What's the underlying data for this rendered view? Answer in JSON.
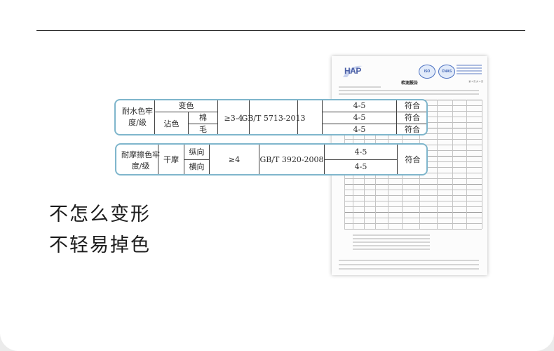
{
  "report": {
    "brand": "HAP",
    "seals": [
      "ISO",
      "CNAS"
    ],
    "title": "检测报告",
    "page": "第 3 页 共 4 页"
  },
  "zoom_colorfastness_water": {
    "property": "耐水色牢度/级",
    "change": "变色",
    "staining": "沾色",
    "cotton": "棉",
    "wool": "毛",
    "requirement": "≥3-4",
    "standard": "GB/T 5713-2013",
    "results": [
      "4-5",
      "4-5",
      "4-5"
    ],
    "verdicts": [
      "符合",
      "符合",
      "符合"
    ]
  },
  "zoom_colorfastness_rubbing": {
    "property": "耐摩擦色牢度/级",
    "condition": "干摩",
    "warp": "纵向",
    "weft": "横向",
    "requirement": "≥4",
    "standard": "GB/T 3920-2008",
    "results": [
      "4-5",
      "4-5"
    ],
    "verdict": "符合"
  },
  "headline": {
    "line1": "不怎么变形",
    "line2": "不轻易掉色"
  }
}
